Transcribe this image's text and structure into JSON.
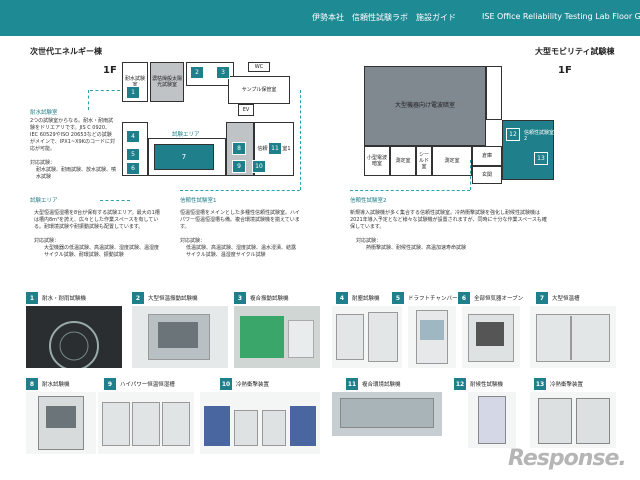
{
  "header": {
    "title_jp": "伊勢本社　信頼性試験ラボ　施設ガイド",
    "title_en": "ISE Office Reliability Testing Lab Floor Guide"
  },
  "left": {
    "section_title": "次世代エネルギー棟",
    "floor": "1F",
    "rooms": {
      "waterproof": "耐水試験室",
      "weather": "濃枯燥般太陽光試験室",
      "wc": "WC",
      "sample": "サンプル保管室",
      "ev": "EV",
      "reliability1": "信頼性試験室1",
      "test_area": "試験エリア"
    },
    "numbers": [
      "1",
      "2",
      "3",
      "4",
      "5",
      "6",
      "7",
      "8",
      "9",
      "10",
      "11"
    ],
    "note_water": {
      "heading": "耐水試験室",
      "body": "2つの試験室からなる。耐水・耐雨試験をドリエアリです。JIS C 0920、IEC 60529やISO 20653などの試験がメインで、IPX1~X9Kのコードに対応が可能。",
      "list_title": "対応試験：",
      "list": "耐水試験、耐雨試験、放水試験、噴水試験"
    },
    "note_area": {
      "heading": "試験エリア",
      "body": "大型恒温恒湿槽を8台が保有する試験エリア。最大の1槽は槽内8m³を誇え、広々とした作業スペースを有している。耐環境試験や耐振動試験も配置しています。",
      "list_title": "対応試験：",
      "list": "大型機器の低温試験、高温試験、湿度試験、温湿度サイクル試験、耐環試験、振動試験"
    },
    "note_rel1": {
      "heading": "信頼性試験室1",
      "body": "恒温恒湿槽をメインとした多種性信頼性試験室。ハイパワー恒温恒湿槽も備。複合環境試験機を揃えています。",
      "list_title": "対応試験：",
      "list": "低温試験、高温試験、湿度試験、温水浸漬、結露サイクル試験、温湿度サイクル試験"
    }
  },
  "right": {
    "section_title": "大型モビリティ試験棟",
    "floor": "1F",
    "rooms": {
      "anechoic": "大型機器向け電波暗室",
      "small_anechoic": "小型電波暗室",
      "measure": "測定室",
      "shield": "シールド室",
      "measure2": "測定室",
      "storage": "倉庫",
      "entrance": "玄関",
      "reliability2": "信頼性試験室2"
    },
    "numbers": [
      "12",
      "13"
    ],
    "note_rel2": {
      "heading": "信頼性試験室2",
      "body": "新規導入試験機が多く集合する信頼性試験室。冷熱衝撃試験を強化し耐候性試験機は2021年導入予定となど様々な試験機が設置されますが、同時に十分な作業スペースも確保しています。",
      "list_title": "対応試験：",
      "list": "熱衝撃試験、耐候性試験、高温加速寿命試験"
    }
  },
  "equipment": [
    {
      "num": "1",
      "label": "耐水・耐雨試験機"
    },
    {
      "num": "2",
      "label": "大型恒温振動試験機"
    },
    {
      "num": "3",
      "label": "複合振動試験機"
    },
    {
      "num": "4",
      "label": "耐塵試験機"
    },
    {
      "num": "5",
      "label": "ドラフトチャンバー"
    },
    {
      "num": "6",
      "label": "全部恒気器オーブン"
    },
    {
      "num": "7",
      "label": "大型恒温槽"
    },
    {
      "num": "8",
      "label": "耐水試験機"
    },
    {
      "num": "9",
      "label": "ハイパワー恒温恒湿槽"
    },
    {
      "num": "10",
      "label": "冷熱衝撃装置"
    },
    {
      "num": "11",
      "label": "複合環境試験機"
    },
    {
      "num": "12",
      "label": "耐候性試験機"
    },
    {
      "num": "13",
      "label": "冷熱衝撃装置"
    }
  ],
  "watermark": "Response."
}
